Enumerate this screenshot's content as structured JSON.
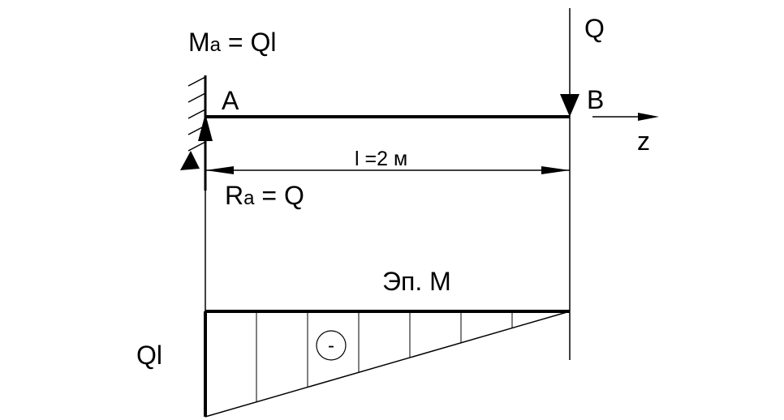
{
  "labels": {
    "moment_reaction_main": "M",
    "moment_reaction_sub": "a",
    "moment_reaction_eq": " = Ql",
    "point_a": "A",
    "point_b": "B",
    "force": "Q",
    "axis": "z",
    "length": "l =2 м",
    "reaction_main": "R",
    "reaction_sub": "a",
    "reaction_eq": " = Q",
    "diagram_title": "Эп. М",
    "diagram_value": "Ql",
    "sign": "-"
  },
  "colors": {
    "ink": "#000000",
    "background": "#ffffff"
  }
}
